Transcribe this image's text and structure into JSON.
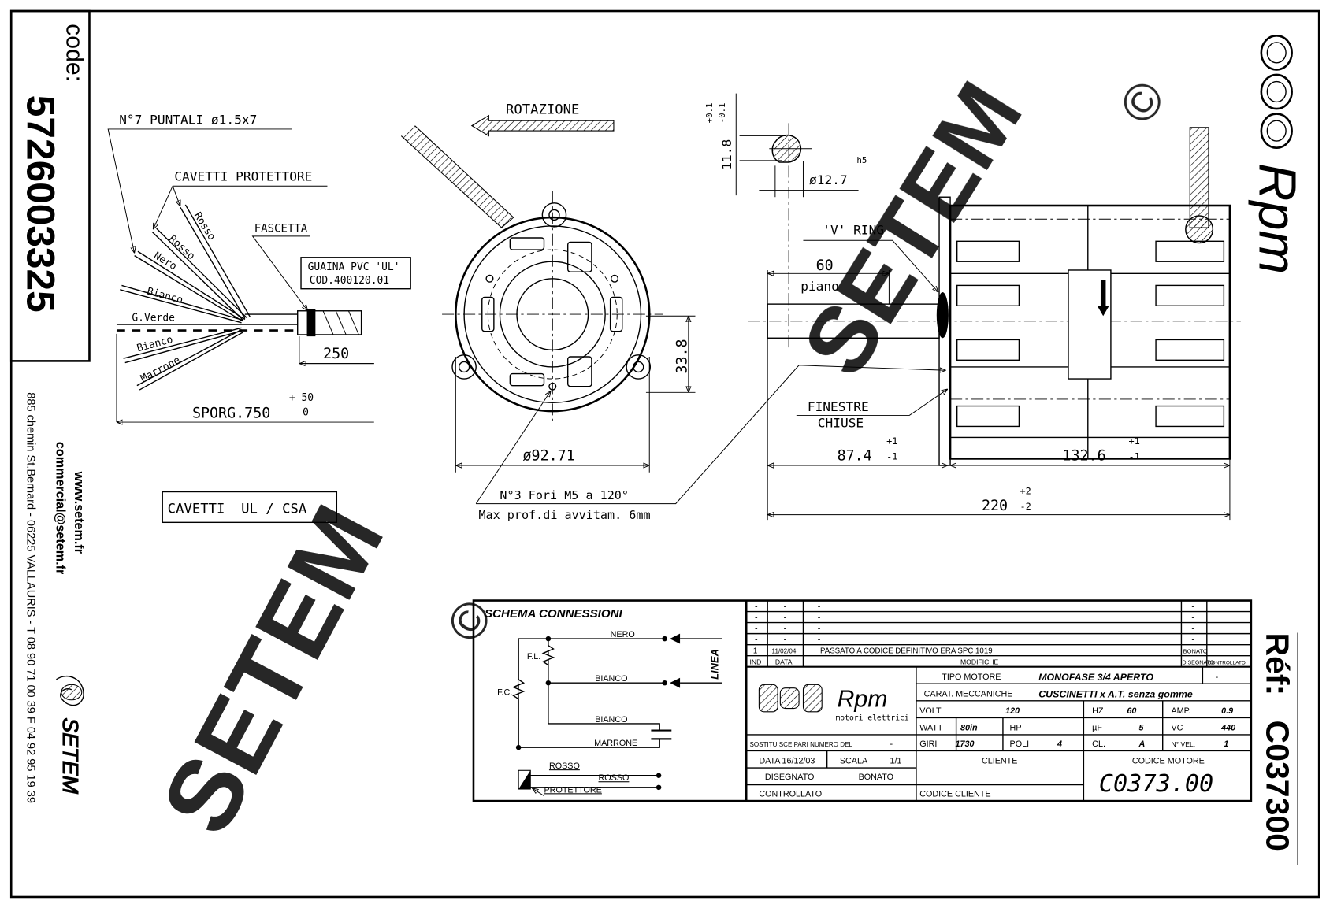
{
  "sidebar": {
    "code_label": "code:",
    "code": "5726003325",
    "website": "www.setem.fr",
    "email": "commercial@setem.fr",
    "address": "885 chemin St.Bernard - 06225 VALLAURIS - T 08 90 71 00 39  F 04 92 95 19 39",
    "brand": "SETEM"
  },
  "right_margin": {
    "logo": "Rpm",
    "ref_label": "Réf:",
    "ref": "C037300"
  },
  "watermark": {
    "text": "SETEM",
    "symbol": "©"
  },
  "harness": {
    "puntali": "N°7 PUNTALI ø1.5x7",
    "cavetti": "CAVETTI PROTETTORE",
    "fascetta": "FASCETTA",
    "guaina_line1": "GUAINA PVC 'UL'",
    "guaina_line2": "COD.400120.01",
    "wires": [
      "Rosso",
      "Rosso",
      "Nero",
      "Bianco",
      "G.Verde",
      "Bianco",
      "Marrone"
    ],
    "dim_sleeve": "250",
    "sporg": "SPORG.750",
    "sporg_tol_plus": "+ 50",
    "sporg_tol_minus": "0",
    "ul_box": "CAVETTI  UL / CSA"
  },
  "front_view": {
    "rotation": "ROTAZIONE",
    "diameter": "ø92.71",
    "dim_hole": "33.8",
    "holes_line1": "N°3 Fori M5 a 120°",
    "holes_line2": "Max prof.di avvitam. 6mm"
  },
  "shaft_section": {
    "flat": "11.8",
    "flat_tol_plus": "+0.1",
    "flat_tol_minus": "-0.1",
    "diameter": "ø12.7",
    "fit": "h5"
  },
  "side_view": {
    "v_ring": "'V' RING",
    "flat_len": "60",
    "flat_label": "piano",
    "windows_line1": "FINESTRE",
    "windows_line2": "CHIUSE",
    "dim_shaft": "87.4",
    "dim_body": "132.6",
    "dim_total": "220",
    "tol1_plus": "+1",
    "tol1_minus": "-1",
    "tol2_plus": "+1",
    "tol2_minus": "-1",
    "tol3_plus": "+2",
    "tol3_minus": "-2"
  },
  "schema": {
    "title": "SCHEMA CONNESSIONI",
    "nero": "NERO",
    "bianco1": "BIANCO",
    "bianco2": "BIANCO",
    "marrone": "MARRONE",
    "rosso1": "ROSSO",
    "rosso2": "ROSSO",
    "protettore": "PROTETTORE",
    "fl": "F.L.",
    "fc": "F.C.",
    "linea": "LINEA"
  },
  "title_block": {
    "revisions": [
      {
        "ind": "-",
        "data": "-",
        "desc": "-",
        "dis": "-",
        "ctrl": ""
      },
      {
        "ind": "-",
        "data": "-",
        "desc": "-",
        "dis": "-",
        "ctrl": ""
      },
      {
        "ind": "-",
        "data": "-",
        "desc": "-",
        "dis": "-",
        "ctrl": ""
      },
      {
        "ind": "-",
        "data": "-",
        "desc": "-",
        "dis": "-",
        "ctrl": ""
      },
      {
        "ind": "1",
        "data": "11/02/04",
        "desc": "PASSATO A CODICE DEFINITIVO ERA SPC 1019",
        "dis": "BONATO",
        "ctrl": ""
      }
    ],
    "headers": {
      "ind": "IND",
      "data": "DATA",
      "modifiche": "MODIFICHE",
      "disegnato": "DISEGNATO",
      "controllato": "CONTROLLATO"
    },
    "logo_text": "Rpm",
    "logo_sub": "motori elettrici",
    "tipo_label": "TIPO MOTORE",
    "tipo": "MONOFASE 3/4 APERTO",
    "tipo_extra": "-",
    "carat_label": "CARAT. MECCANICHE",
    "carat": "CUSCINETTI x A.T. senza gomme",
    "volt_label": "VOLT",
    "volt": "120",
    "hz_label": "HZ",
    "hz": "60",
    "amp_label": "AMP.",
    "amp": "0.9",
    "watt_label": "WATT",
    "watt": "80in",
    "hp_label": "HP",
    "hp": "-",
    "uf_label": "µF",
    "uf": "5",
    "vc_label": "VC",
    "vc": "440",
    "giri_label": "GIRI",
    "giri": "1730",
    "poli_label": "POLI",
    "poli": "4",
    "cl_label": "CL.",
    "cl": "A",
    "vel_label": "N° VEL.",
    "vel": "1",
    "sostituisce_label": "SOSTITUISCE PARI NUMERO DEL",
    "sostituisce": "-",
    "data_label": "DATA",
    "data": "16/12/03",
    "scala_label": "SCALA",
    "scala": "1/1",
    "disegnato_label": "DISEGNATO",
    "disegnato": "BONATO",
    "controllato_label": "CONTROLLATO",
    "cliente_label": "CLIENTE",
    "codice_cliente_label": "CODICE CLIENTE",
    "codice_motore_label": "CODICE MOTORE",
    "codice_motore": "C0373.00"
  }
}
